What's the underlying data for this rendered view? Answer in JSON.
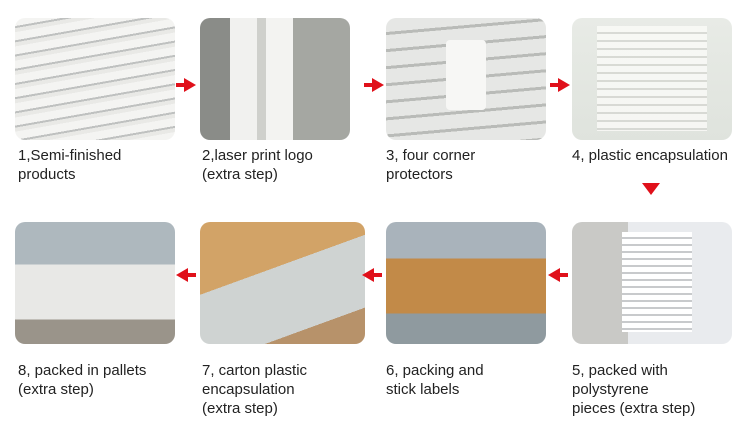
{
  "steps": [
    {
      "label": "1,Semi-finished\nproducts",
      "photo": "semi-finished-radiators"
    },
    {
      "label": "2,laser print logo\n(extra step)",
      "photo": "laser-logo"
    },
    {
      "label": "3, four corner\nprotectors",
      "photo": "corner-protectors"
    },
    {
      "label": "4, plastic encapsulation",
      "photo": "plastic-encapsulation"
    },
    {
      "label": "5, packed with\npolystyrene\npieces (extra step)",
      "photo": "polystyrene-pieces"
    },
    {
      "label": "6, packing and\nstick labels",
      "photo": "packing-labels"
    },
    {
      "label": "7, carton plastic\nencapsulation\n(extra step)",
      "photo": "carton-encapsulation"
    },
    {
      "label": "8, packed in pallets\n(extra step)",
      "photo": "pallets"
    }
  ],
  "colors": {
    "arrow": "#e0101a"
  }
}
